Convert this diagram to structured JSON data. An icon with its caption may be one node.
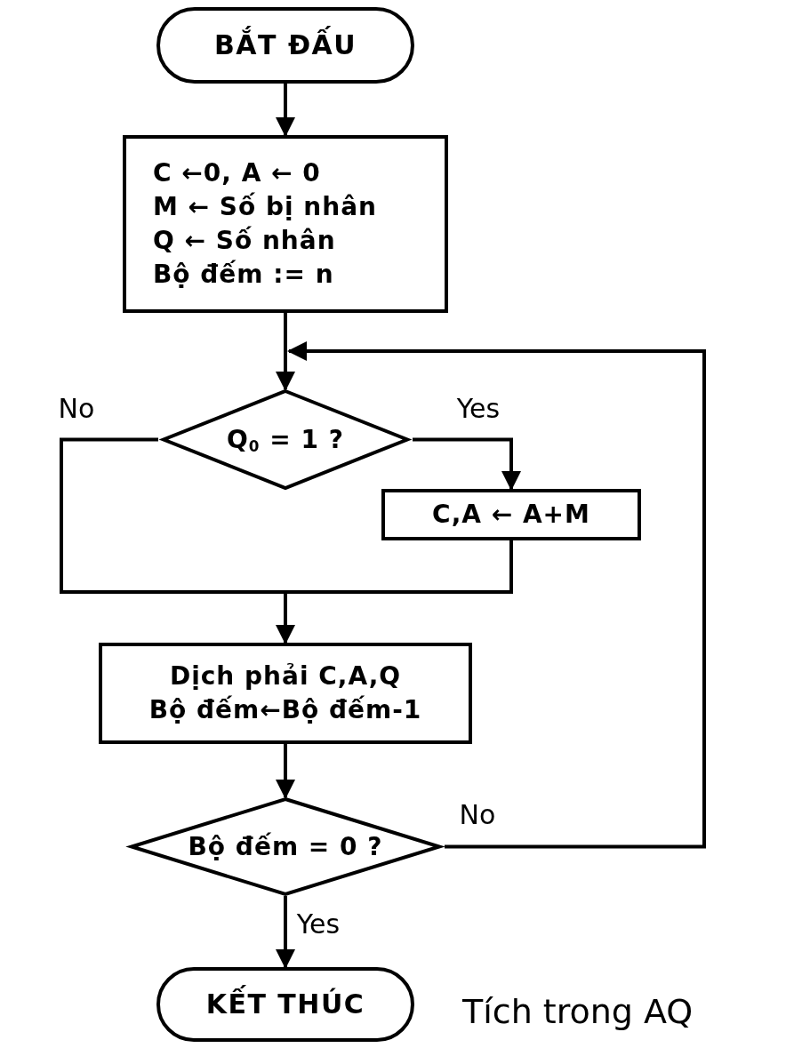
{
  "diagram": {
    "caption": "Tích trong AQ",
    "nodes": [
      {
        "text": [
          "BẮT ĐẤU"
        ]
      },
      {
        "text": [
          "C ←0, A ← 0",
          "M ← Số bị nhân",
          "Q ← Số nhân",
          "Bộ đếm := n"
        ]
      },
      {
        "text": [
          "Q$_{0}$ = 1 ?"
        ]
      },
      {
        "text": [
          "C,A ← A+M"
        ]
      },
      {
        "text": [
          "Dịch phải C,A,Q",
          "Bộ đếm←Bộ đếm-1"
        ]
      },
      {
        "text": [
          "Bộ đếm = 0 ?"
        ]
      },
      {
        "text": [
          "KẾT THÚC"
        ]
      }
    ],
    "edges": [
      {
        "from": 0,
        "to": 1,
        "arrow": "to"
      },
      {
        "from": 1,
        "to": 2,
        "arrow": "to"
      },
      {
        "from": 2,
        "to": 3,
        "arrow": "to",
        "label": "Yes"
      },
      {
        "from": 2,
        "to": 4,
        "arrow": "to",
        "label": "No"
      },
      {
        "from": 3,
        "to": 4,
        "arrow": "to"
      },
      {
        "from": 4,
        "to": 5,
        "arrow": "to"
      },
      {
        "from": 5,
        "to": 6,
        "arrow": "to",
        "label": "Yes"
      },
      {
        "from": 5,
        "to": 2,
        "arrow": "to",
        "label": "No"
      }
    ]
  }
}
